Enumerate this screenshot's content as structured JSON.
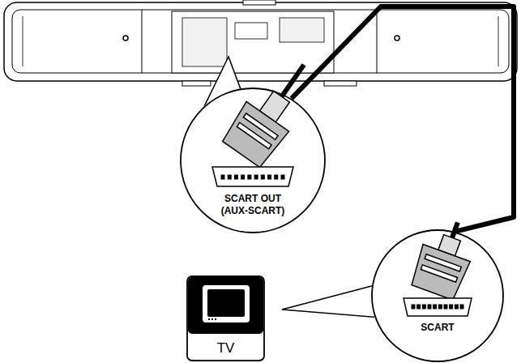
{
  "diagram": {
    "nodes": [
      {
        "text": [
          "SCART OUT (AUX-SCART)"
        ]
      },
      {
        "text": [
          "SCART"
        ]
      },
      {
        "text": [
          "TV"
        ]
      }
    ],
    "edges": [
      {
        "from": 0,
        "to": 1,
        "arrow": "none"
      }
    ]
  }
}
